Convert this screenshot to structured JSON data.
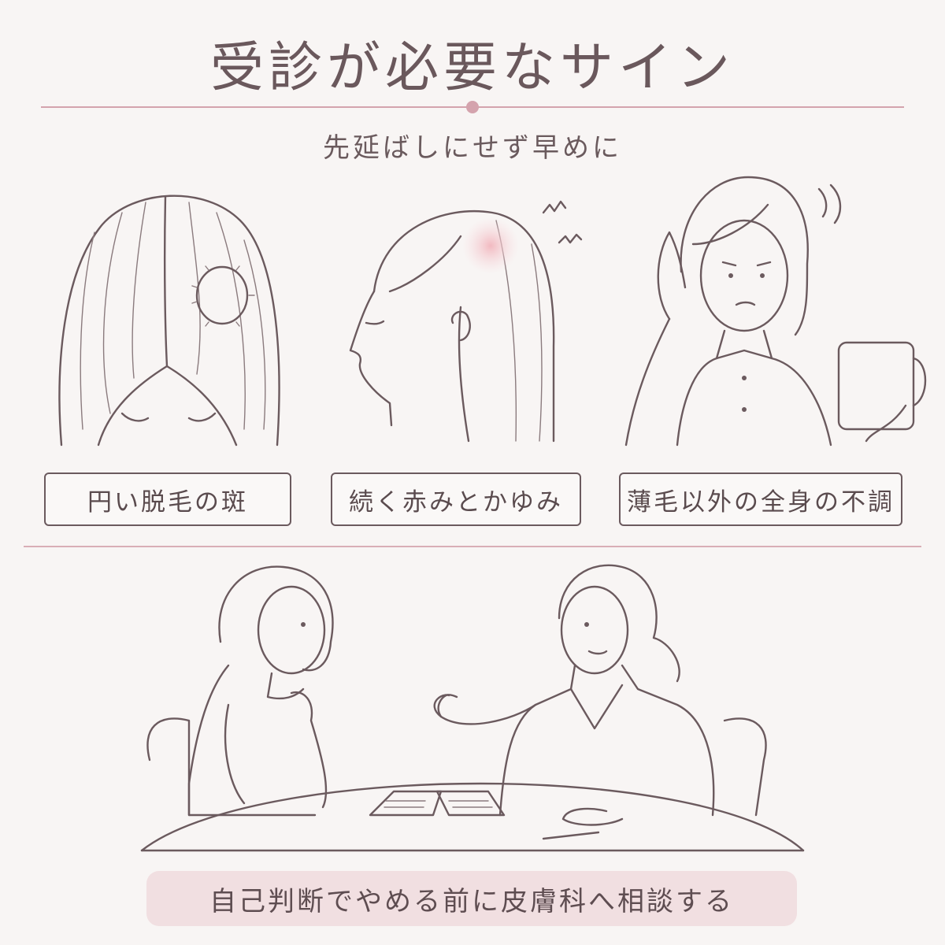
{
  "header": {
    "title": "受診が必要なサイン",
    "subtitle": "先延ばしにせず早めに"
  },
  "signs": [
    {
      "label": "円い脱毛の斑"
    },
    {
      "label": "続く赤みとかゆみ"
    },
    {
      "label": "薄毛以外の全身の不調"
    }
  ],
  "cta": {
    "text": "自己判断でやめる前に皮膚科へ相談する"
  },
  "colors": {
    "background": "#f8f5f4",
    "text": "#5e4f52",
    "accent": "#d9aeb6",
    "cta_background": "#f1dfe1"
  }
}
